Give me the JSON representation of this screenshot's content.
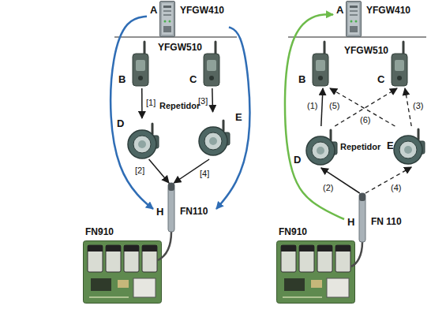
{
  "diagram": {
    "nodes": [
      {
        "text": [
          "A",
          "YFGW410"
        ]
      },
      {
        "text": [
          "B"
        ]
      },
      {
        "text": [
          "C"
        ]
      },
      {
        "text": [
          "D"
        ]
      },
      {
        "text": [
          "E"
        ]
      },
      {
        "text": [
          "H",
          "FN110"
        ]
      },
      {
        "text": [
          "A",
          "YFGW410"
        ]
      },
      {
        "text": [
          "B"
        ]
      },
      {
        "text": [
          "C"
        ]
      },
      {
        "text": [
          "D"
        ]
      },
      {
        "text": [
          "E"
        ]
      },
      {
        "text": [
          "H",
          "FN 110"
        ]
      }
    ],
    "edges": [
      {
        "from": 1,
        "to": 3,
        "arrow": "to",
        "label": "[1]"
      },
      {
        "from": 3,
        "to": 5,
        "arrow": "to",
        "label": "[2]"
      },
      {
        "from": 2,
        "to": 4,
        "arrow": "to",
        "label": "[3]"
      },
      {
        "from": 4,
        "to": 5,
        "arrow": "to",
        "label": "[4]"
      },
      {
        "from": 0,
        "to": 5,
        "arrow": "to"
      },
      {
        "from": 0,
        "to": 5,
        "arrow": "to"
      },
      {
        "from": 9,
        "to": 7,
        "arrow": "to",
        "label": "(1)"
      },
      {
        "from": 11,
        "to": 9,
        "arrow": "to",
        "label": "(2)"
      },
      {
        "from": 10,
        "to": 8,
        "arrow": "to",
        "label": "(3)"
      },
      {
        "from": 11,
        "to": 10,
        "arrow": "to",
        "label": "(4)"
      },
      {
        "from": 9,
        "to": 8,
        "arrow": "to",
        "label": "(5)"
      },
      {
        "from": 10,
        "to": 7,
        "arrow": "to",
        "label": "(6)"
      },
      {
        "from": 11,
        "to": 6,
        "arrow": "to"
      }
    ],
    "labels": [
      "YFGW510",
      "Repetidor",
      "FN910",
      "YFGW510",
      "Repetidor",
      "FN910"
    ]
  }
}
